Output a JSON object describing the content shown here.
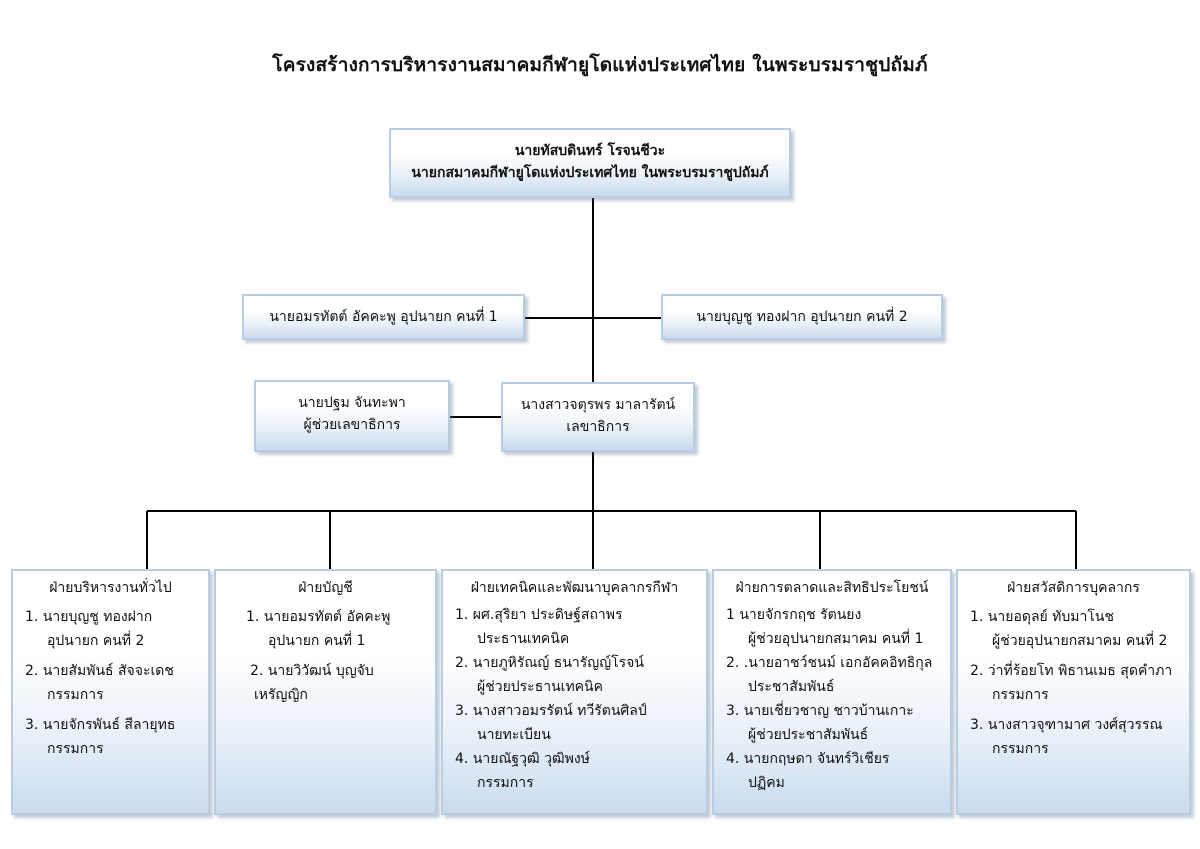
{
  "title": "โครงสร้างการบริหารงานสมาคมกีฬายูโดแห่งประเทศไทย ในพระบรมราชูปถัมภ์",
  "president": {
    "name": "นายทัสบดินทร์  โรจนชีวะ",
    "role": "นายกสมาคมกีฬายูโดแห่งประเทศไทย ในพระบรมราชูปถัมภ์"
  },
  "vice1": "นายอมรทัตต์  อัคคะพู  อุปนายก คนที่ 1",
  "vice2": "นายบุญชู  ทองฝาก อุปนายก คนที่ 2",
  "asst_secretary": {
    "name": "นายปฐม จันทะพา",
    "role": "ผู้ช่วยเลขาธิการ"
  },
  "secretary": {
    "name": "นางสาวจตุรพร  มาลารัตน์",
    "role": "เลขาธิการ"
  },
  "departments": [
    {
      "title": "ฝ่ายบริหารงานทั่วไป",
      "items": [
        {
          "line1": "1. นายบุญชู ทองฝาก",
          "line2": "อุปนายก คนที่ 2"
        },
        {
          "line1": "2. นายสัมพันธ์ สัจจะเดช",
          "line2": "กรรมการ"
        },
        {
          "line1": "3. นายจักรพันธ์  สีลายุทธ",
          "line2": "กรรมการ"
        }
      ]
    },
    {
      "title": "ฝ่ายบัญชี",
      "items": [
        {
          "line1": "1.   นายอมรทัตต์  อัคคะพู",
          "line2": "อุปนายก คนที่ 1"
        },
        {
          "line1": "2. นายวิวัฒน์  บุญจับ",
          "line2": "เหรัญญิก"
        }
      ]
    },
    {
      "title": "ฝ่ายเทคนิคและพัฒนาบุคลากรกีฬา",
      "items": [
        {
          "line1": "1. ผศ.สุริยา  ประดิษฐ์สถาพร",
          "line2": "ประธานเทคนิค"
        },
        {
          "line1": "2. นายภูหิรัณญ์  ธนารัญญ์โรจน์",
          "line2": "ผู้ช่วยประธานเทคนิค"
        },
        {
          "line1": "3. นางสาวอมรรัตน์  ทวีรัตนศิลป์",
          "line2": "นายทะเบียน"
        },
        {
          "line1": "4. นายณัฐวุฒิ  วุฒิพงษ์",
          "line2": "กรรมการ"
        }
      ]
    },
    {
      "title": "ฝ่ายการตลาดและสิทธิประโยชน์",
      "items": [
        {
          "line1": "1 นายจักรกฤช  รัตนยง",
          "line2": "ผู้ช่วยอุปนายกสมาคม คนที่ 1"
        },
        {
          "line1": "2. .นายอาชว์ชนม์  เอกอัคคอิทธิกุล",
          "line2": "ประชาสัมพันธ์"
        },
        {
          "line1": "3. นายเชี่ยวชาญ  ชาวบ้านเกาะ",
          "line2": "ผู้ช่วยประชาสัมพันธ์"
        },
        {
          "line1": "4.  นายกฤษดา จันทร์วิเชียร",
          "line2": "ปฏิคม"
        }
      ]
    },
    {
      "title": "ฝ่ายสวัสดิการบุคลากร",
      "items": [
        {
          "line1": "1. นายอดุลย์  ทับมาโนช",
          "line2": "ผู้ช่วยอุปนายกสมาคม คนที่ 2"
        },
        {
          "line1": "2. ว่าที่ร้อยโท  พิธานเมธ  สุดคำภา",
          "line2": "กรรมการ"
        },
        {
          "line1": "3.  นางสาวจุฑามาศ  วงศ์สุวรรณ",
          "line2": "กรรมการ"
        }
      ]
    }
  ]
}
